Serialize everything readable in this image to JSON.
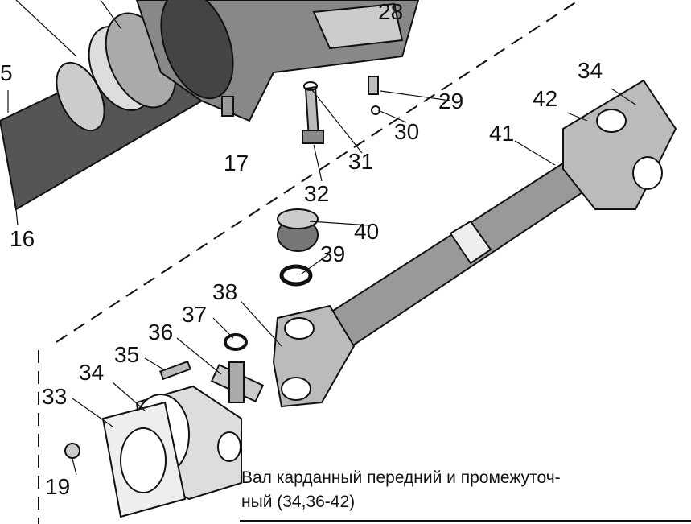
{
  "labels": {
    "l5": "5",
    "l16": "16",
    "l17": "17",
    "l28": "28",
    "l29": "29",
    "l30": "30",
    "l31": "31",
    "l32": "32",
    "l34a": "34",
    "l42": "42",
    "l41": "41",
    "l40": "40",
    "l39": "39",
    "l38": "38",
    "l37": "37",
    "l36": "36",
    "l35": "35",
    "l34b": "34",
    "l33": "33",
    "l19": "19"
  },
  "caption": {
    "line1": "Вал карданный передний и промежуточ-",
    "line2": "ный (34,36-42)"
  }
}
